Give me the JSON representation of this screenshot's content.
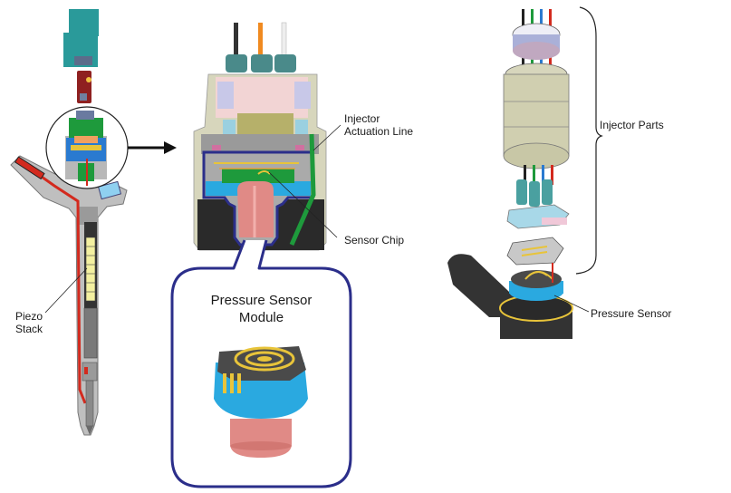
{
  "diagram": {
    "title": "Piezo injector with integrated pressure sensor",
    "labels": {
      "piezo_stack_line1": "Piezo",
      "piezo_stack_line2": "Stack",
      "injector_actuation_line1": "Injector",
      "injector_actuation_line2": "Actuation Line",
      "sensor_chip": "Sensor Chip",
      "pressure_sensor_module_line1": "Pressure Sensor",
      "pressure_sensor_module_line2": "Module",
      "injector_parts": "Injector Parts",
      "pressure_sensor": "Pressure Sensor"
    },
    "panels": [
      {
        "id": "injector-cross-section",
        "description": "Full piezo injector cut-away with detail circle around sensor head"
      },
      {
        "id": "sensor-head-cross-section",
        "description": "Enlarged cut-away of injector head with sensor module outlined"
      },
      {
        "id": "pressure-sensor-module",
        "description": "3D view of pressure sensor module in callout"
      },
      {
        "id": "exploded-injector-parts",
        "description": "Exploded 3D view of injector head parts"
      }
    ],
    "colors": {
      "callout_outline": "#2b2e8a",
      "housing": "#d7d6bc",
      "teal_connector": "#2a9a9a",
      "fuel_line_red": "#d32a1e",
      "sensor_blue": "#2aa9e0",
      "sensor_pink": "#e08a86",
      "actuation_green": "#1e9a3c",
      "gold_contacts": "#e8c43a"
    }
  }
}
